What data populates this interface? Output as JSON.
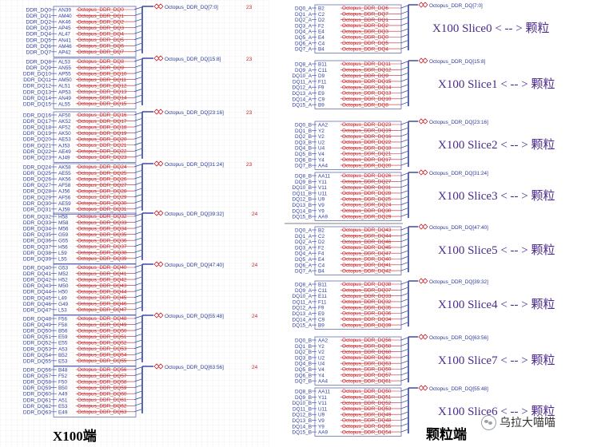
{
  "colors": {
    "blue": "#2f3f9f",
    "red": "#c4242b",
    "label_blue": "#2a3a94",
    "grid": "#e4e4e4",
    "text": "#111111",
    "black": "#000000"
  },
  "left": {
    "title": "X100端",
    "groups": [
      {
        "bus": "Octopus_DDR_DQ[7:0]",
        "count": "23",
        "sigs": [
          "DDR_DQ0",
          "DDR_DQ1",
          "DDR_DQ2",
          "DDR_DQ3",
          "DDR_DQ4",
          "DDR_DQ5",
          "DDR_DQ6",
          "DDR_DQ7"
        ],
        "pins": [
          "AN39",
          "AM40",
          "AK46",
          "AP45",
          "AL47",
          "AN41",
          "AM46",
          "AP42"
        ],
        "nets": [
          "Octopus_DDR_DQ0",
          "Octopus_DDR_DQ1",
          "Octopus_DDR_DQ2",
          "Octopus_DDR_DQ3",
          "Octopus_DDR_DQ4",
          "Octopus_DDR_DQ5",
          "Octopus_DDR_DQ6",
          "Octopus_DDR_DQ7"
        ]
      },
      {
        "bus": "Octopus_DDR_DQ[15:8]",
        "count": "23",
        "sigs": [
          "DDR_DQ8",
          "DDR_DQ9",
          "DDR_DQ10",
          "DDR_DQ11",
          "DDR_DQ12",
          "DDR_DQ13",
          "DDR_DQ14",
          "DDR_DQ15"
        ],
        "pins": [
          "AL53",
          "AN55",
          "AP55",
          "AM50",
          "AL51",
          "AP53",
          "AN49",
          "AL55"
        ],
        "nets": [
          "Octopus_DDR_DQ8",
          "Octopus_DDR_DQ9",
          "Octopus_DDR_DQ10",
          "Octopus_DDR_DQ11",
          "Octopus_DDR_DQ12",
          "Octopus_DDR_DQ13",
          "Octopus_DDR_DQ14",
          "Octopus_DDR_DQ15"
        ]
      },
      {
        "bus": "Octopus_DDR_DQ[23:16]",
        "count": "23",
        "sigs": [
          "DDR_DQ16",
          "DDR_DQ17",
          "DDR_DQ18",
          "DDR_DQ19",
          "DDR_DQ20",
          "DDR_DQ21",
          "DDR_DQ22",
          "DDR_DQ23"
        ],
        "pins": [
          "AF50",
          "AK52",
          "AF52",
          "AK50",
          "AE53",
          "AJ53",
          "AE49",
          "AJ49"
        ],
        "nets": [
          "Octopus_DDR_DQ16",
          "Octopus_DDR_DQ17",
          "Octopus_DDR_DQ18",
          "Octopus_DDR_DQ19",
          "Octopus_DDR_DQ20",
          "Octopus_DDR_DQ21",
          "Octopus_DDR_DQ22",
          "Octopus_DDR_DQ23"
        ]
      },
      {
        "bus": "Octopus_DDR_DQ[31:24]",
        "count": "23",
        "sigs": [
          "DDR_DQ24",
          "DDR_DQ25",
          "DDR_DQ26",
          "DDR_DQ27",
          "DDR_DQ28",
          "DDR_DQ29",
          "DDR_DQ30",
          "DDR_DQ31"
        ],
        "pins": [
          "AK58",
          "AE55",
          "AK56",
          "AF58",
          "AJ56",
          "AF56",
          "AE59",
          "AJ59"
        ],
        "nets": [
          "Octopus_DDR_DQ24",
          "Octopus_DDR_DQ25",
          "Octopus_DDR_DQ26",
          "Octopus_DDR_DQ27",
          "Octopus_DDR_DQ28",
          "Octopus_DDR_DQ29",
          "Octopus_DDR_DQ30",
          "Octopus_DDR_DQ31"
        ]
      },
      {
        "bus": "Octopus_DDR_DQ[39:32]",
        "count": "24",
        "sigs": [
          "DDR_DQ32",
          "DDR_DQ33",
          "DDR_DQ34",
          "DDR_DQ35",
          "DDR_DQ36",
          "DDR_DQ37",
          "DDR_DQ38",
          "DDR_DQ39"
        ],
        "pins": [
          "H58",
          "M58",
          "M56",
          "G59",
          "G55",
          "H56",
          "L59",
          "L55"
        ],
        "nets": [
          "Octopus_DDR_DQ32",
          "Octopus_DDR_DQ33",
          "Octopus_DDR_DQ34",
          "Octopus_DDR_DQ35",
          "Octopus_DDR_DQ36",
          "Octopus_DDR_DQ37",
          "Octopus_DDR_DQ38",
          "Octopus_DDR_DQ39"
        ]
      },
      {
        "bus": "Octopus_DDR_DQ[47:40]",
        "count": "24",
        "sigs": [
          "DDR_DQ40",
          "DDR_DQ41",
          "DDR_DQ42",
          "DDR_DQ43",
          "DDR_DQ44",
          "DDR_DQ45",
          "DDR_DQ46",
          "DDR_DQ47"
        ],
        "pins": [
          "G53",
          "M52",
          "H52",
          "M50",
          "H50",
          "L49",
          "G49",
          "L53"
        ],
        "nets": [
          "Octopus_DDR_DQ40",
          "Octopus_DDR_DQ41",
          "Octopus_DDR_DQ42",
          "Octopus_DDR_DQ43",
          "Octopus_DDR_DQ44",
          "Octopus_DDR_DQ45",
          "Octopus_DDR_DQ46",
          "Octopus_DDR_DQ47"
        ]
      },
      {
        "bus": "Octopus_DDR_DQ[55:48]",
        "count": "24",
        "sigs": [
          "DDR_DQ48",
          "DDR_DQ49",
          "DDR_DQ50",
          "DDR_DQ51",
          "DDR_DQ52",
          "DDR_DQ53",
          "DDR_DQ54",
          "DDR_DQ55"
        ],
        "pins": [
          "F56",
          "F58",
          "B56",
          "E59",
          "E55",
          "A53",
          "B52",
          "E53"
        ],
        "nets": [
          "Octopus_DDR_DQ48",
          "Octopus_DDR_DQ49",
          "Octopus_DDR_DQ50",
          "Octopus_DDR_DQ51",
          "Octopus_DDR_DQ52",
          "Octopus_DDR_DQ53",
          "Octopus_DDR_DQ54",
          "Octopus_DDR_DQ55"
        ]
      },
      {
        "bus": "Octopus_DDR_DQ[63:56]",
        "count": "24",
        "sigs": [
          "DDR_DQ56",
          "DDR_DQ57",
          "DDR_DQ58",
          "DDR_DQ59",
          "DDR_DQ60",
          "DDR_DQ61",
          "DDR_DQ62",
          "DDR_DQ63"
        ],
        "pins": [
          "B48",
          "F52",
          "F50",
          "B50",
          "A49",
          "A51",
          "E53",
          "E49"
        ],
        "nets": [
          "Octopus_DDR_DQ56",
          "Octopus_DDR_DQ57",
          "Octopus_DDR_DQ58",
          "Octopus_DDR_DQ59",
          "Octopus_DDR_DQ60",
          "Octopus_DDR_DQ61",
          "Octopus_DDR_DQ62",
          "Octopus_DDR_DQ63"
        ]
      }
    ]
  },
  "right": {
    "title": "颗粒端",
    "groups": [
      {
        "bus": "Octopus_DDR_DQ[7:0]",
        "slice": "X100 Slice0 < -- > 颗粒",
        "sigs": [
          "DQ0_A",
          "DQ1_A",
          "DQ2_A",
          "DQ3_A",
          "DQ4_A",
          "DQ5_A",
          "DQ6_A",
          "DQ7_A"
        ],
        "pins": [
          "B2",
          "C2",
          "D2",
          "F2",
          "E4",
          "E4",
          "C4",
          "B4"
        ],
        "nets": [
          "Octopus_DDR_DQ6",
          "Octopus_DDR_DQ7",
          "Octopus_DDR_DQ1",
          "Octopus_DDR_DQ2",
          "Octopus_DDR_DQ3",
          "Octopus_DDR_DQ0",
          "Octopus_DDR_DQ5",
          "Octopus_DDR_DQ4"
        ]
      },
      {
        "bus": "Octopus_DDR_DQ[15:8]",
        "slice": "X100 Slice1 < -- > 颗粒",
        "sigs": [
          "DQ8_A",
          "DQ9_A",
          "DQ10_A",
          "DQ11_A",
          "DQ12_A",
          "DQ13_A",
          "DQ14_A",
          "DQ15_A"
        ],
        "pins": [
          "B11",
          "C11",
          "D9",
          "F11",
          "F9",
          "E9",
          "C9",
          "B9"
        ],
        "nets": [
          "Octopus_DDR_DQ11",
          "Octopus_DDR_DQ12",
          "Octopus_DDR_DQ9",
          "Octopus_DDR_DQ15",
          "Octopus_DDR_DQ14",
          "Octopus_DDR_DQ13",
          "Octopus_DDR_DQ10",
          "Octopus_DDR_DQ8"
        ]
      },
      {
        "bus": "Octopus_DDR_DQ[23:16]",
        "slice": "X100 Slice2 < -- > 颗粒",
        "sigs": [
          "DQ0_B",
          "DQ1_B",
          "DQ2_B",
          "DQ3_B",
          "DQ4_B",
          "DQ5_B",
          "DQ6_B",
          "DQ7_B"
        ],
        "pins": [
          "AA2",
          "Y2",
          "V2",
          "U2",
          "U4",
          "V4",
          "Y4",
          "AA4"
        ],
        "nets": [
          "Octopus_DDR_DQ23",
          "Octopus_DDR_DQ19",
          "Octopus_DDR_DQ16",
          "Octopus_DDR_DQ22",
          "Octopus_DDR_DQ18",
          "Octopus_DDR_DQ21",
          "Octopus_DDR_DQ17",
          "Octopus_DDR_DQ20"
        ]
      },
      {
        "bus": "Octopus_DDR_DQ[31:24]",
        "slice": "X100 Slice3 < -- > 颗粒",
        "sigs": [
          "DQ8_B",
          "DQ9_B",
          "DQ10_B",
          "DQ11_B",
          "DQ12_B",
          "DQ13_B",
          "DQ14_B",
          "DQ15_B"
        ],
        "pins": [
          "AA11",
          "Y11",
          "V11",
          "U11",
          "U9",
          "V9",
          "Y9",
          "AA9"
        ],
        "nets": [
          "Octopus_DDR_DQ26",
          "Octopus_DDR_DQ27",
          "Octopus_DDR_DQ31",
          "Octopus_DDR_DQ28",
          "Octopus_DDR_DQ25",
          "Octopus_DDR_DQ24",
          "Octopus_DDR_DQ30",
          "Octopus_DDR_DQ29"
        ]
      },
      {
        "bus": "Octopus_DDR_DQ[47:40]",
        "slice": "X100 Slice5 < -- > 颗粒",
        "sigs": [
          "DQ0_A",
          "DQ1_A",
          "DQ2_A",
          "DQ3_A",
          "DQ4_A",
          "DQ5_A",
          "DQ6_A",
          "DQ7_A"
        ],
        "pins": [
          "B2",
          "C2",
          "D2",
          "F2",
          "F4",
          "E4",
          "C4",
          "B4"
        ],
        "nets": [
          "Octopus_DDR_DQ43",
          "Octopus_DDR_DQ44",
          "Octopus_DDR_DQ46",
          "Octopus_DDR_DQ45",
          "Octopus_DDR_DQ47",
          "Octopus_DDR_DQ40",
          "Octopus_DDR_DQ41",
          "Octopus_DDR_DQ42"
        ]
      },
      {
        "bus": "Octopus_DDR_DQ[39:32]",
        "slice": "X100 Slice4 < -- > 颗粒",
        "sigs": [
          "DQ8_A",
          "DQ9_A",
          "DQ10_A",
          "DQ11_A",
          "DQ12_A",
          "DQ13_A",
          "DQ14_A",
          "DQ15_A"
        ],
        "pins": [
          "B11",
          "C11",
          "E11",
          "F11",
          "F9",
          "E9",
          "C9",
          "B9"
        ],
        "nets": [
          "Octopus_DDR_DQ38",
          "Octopus_DDR_DQ37",
          "Octopus_DDR_DQ33",
          "Octopus_DDR_DQ32",
          "Octopus_DDR_DQ35",
          "Octopus_DDR_DQ36",
          "Octopus_DDR_DQ34",
          "Octopus_DDR_DQ39"
        ]
      },
      {
        "bus": "Octopus_DDR_DQ[63:56]",
        "slice": "X100 Slice7 < -- > 颗粒",
        "sigs": [
          "DQ0_B",
          "DQ1_B",
          "DQ2_B",
          "DQ3_B",
          "DQ4_B",
          "DQ5_B",
          "DQ6_B",
          "DQ7_B"
        ],
        "pins": [
          "AA2",
          "Y2",
          "V2",
          "U2",
          "U4",
          "V4",
          "Y4",
          "AA4"
        ],
        "nets": [
          "Octopus_DDR_DQ56",
          "Octopus_DDR_DQ58",
          "Octopus_DDR_DQ60",
          "Octopus_DDR_DQ62",
          "Octopus_DDR_DQ63",
          "Octopus_DDR_DQ59",
          "Octopus_DDR_DQ57",
          "Octopus_DDR_DQ61"
        ]
      },
      {
        "bus": "Octopus_DDR_DQ[55:48]",
        "slice": "X100 Slice6 < -- > 颗粒",
        "sigs": [
          "DQ8_B",
          "DQ9_B",
          "DQ10_B",
          "DQ11_B",
          "DQ12_B",
          "DQ13_B",
          "DQ14_B",
          "DQ15_B"
        ],
        "pins": [
          "AA11",
          "Y11",
          "V11",
          "U11",
          "U9",
          "V9",
          "Y9",
          "AA9"
        ],
        "nets": [
          "Octopus_DDR_DQ50",
          "Octopus_DDR_DQ51",
          "Octopus_DDR_DQ52",
          "Octopus_DDR_DQ53",
          "Octopus_DDR_DQ49",
          "Octopus_DDR_DQ48",
          "Octopus_DDR_DQ55",
          "Octopus_DDR_DQ54"
        ]
      }
    ]
  },
  "watermark": {
    "icon": "wechat-icon",
    "text": "乌拉大喵喵"
  }
}
